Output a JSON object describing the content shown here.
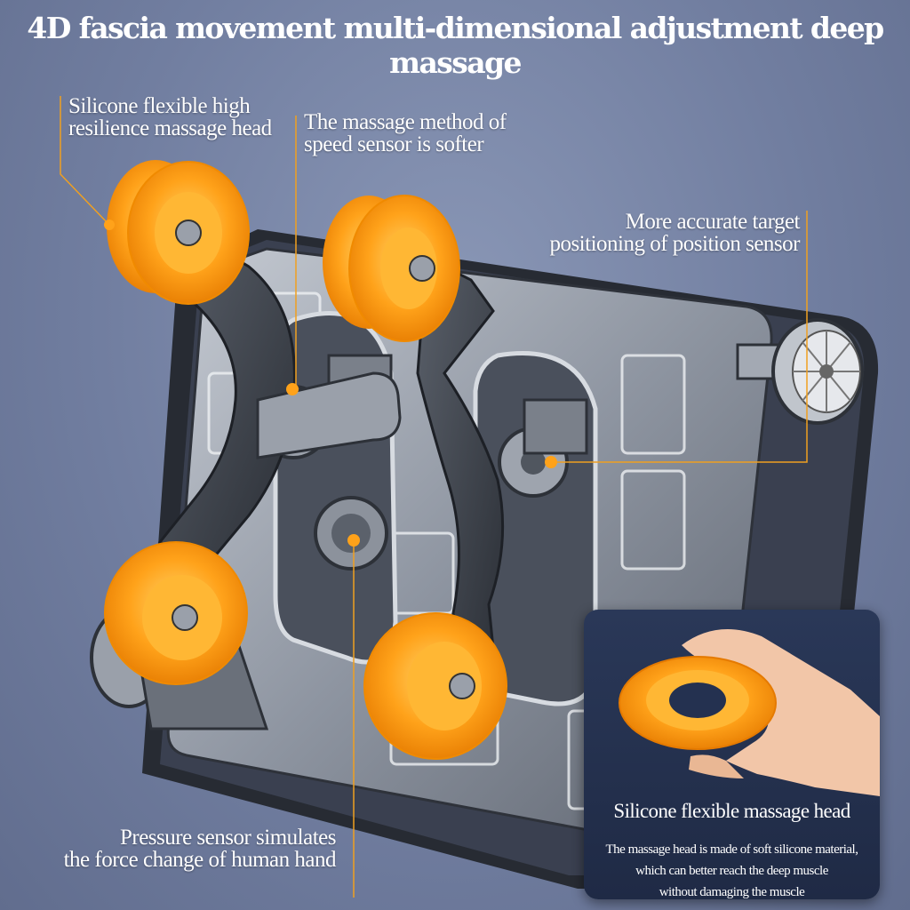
{
  "headline": "4D fascia movement multi-dimensional adjustment deep massage",
  "callouts": {
    "silicone_head": [
      "Silicone flexible high",
      "resilience massage head"
    ],
    "speed_sensor": [
      "The massage method of",
      "speed sensor is softer"
    ],
    "position_sensor": [
      "More accurate target",
      "positioning of position sensor"
    ],
    "pressure_sensor": [
      "Pressure sensor simulates",
      "the force change of human hand"
    ]
  },
  "inset": {
    "title": "Silicone flexible massage head",
    "description": [
      "The massage head is made of soft silicone material,",
      "which can better reach the deep muscle",
      "without damaging the muscle"
    ]
  },
  "colors": {
    "background": "#717ea0",
    "accent_orange": "#ffa21a",
    "roller_light": "#ffc24a",
    "metal_frame": "#9ba2ae",
    "arm_dark": "#3b4048",
    "leader_line": "#f0a020"
  },
  "icons": {
    "massage_roller": "orange-roller-icon",
    "sensor_marker": "orange-dot-icon"
  }
}
